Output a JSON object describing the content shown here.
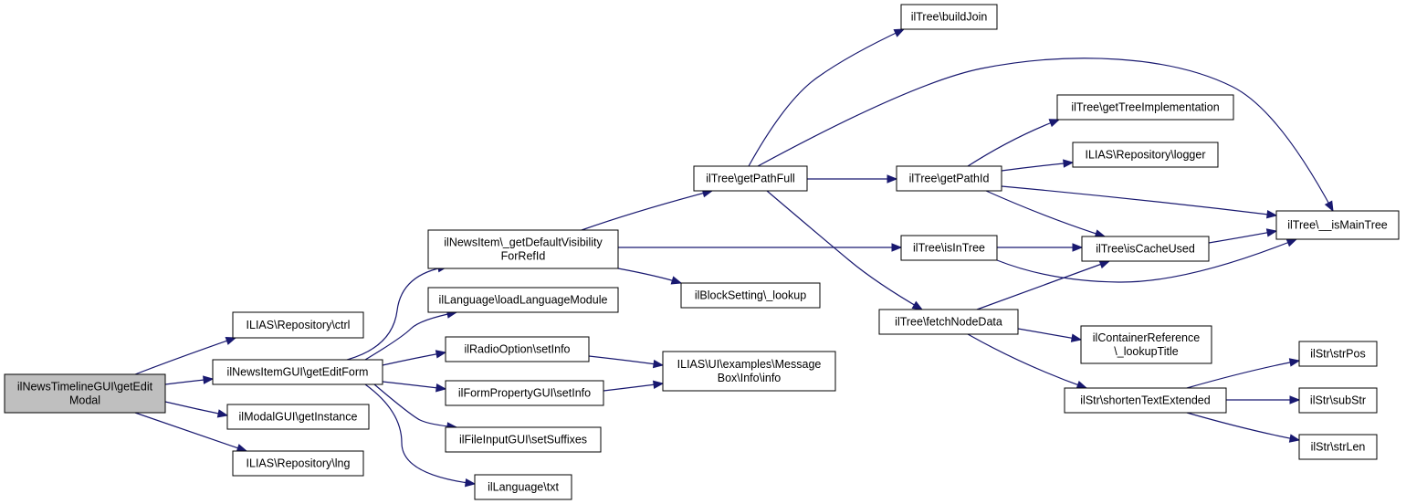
{
  "nodes": [
    {
      "id": "n0",
      "lines": [
        "ilNewsTimelineGUI\\getEdit",
        "Modal"
      ],
      "highlighted": true
    },
    {
      "id": "n1",
      "lines": [
        "ILIAS\\Repository\\ctrl"
      ]
    },
    {
      "id": "n2",
      "lines": [
        "ilNewsItemGUI\\getEditForm"
      ]
    },
    {
      "id": "n3",
      "lines": [
        "ilModalGUI\\getInstance"
      ]
    },
    {
      "id": "n4",
      "lines": [
        "ILIAS\\Repository\\lng"
      ]
    },
    {
      "id": "n5",
      "lines": [
        "ilNewsItem\\_getDefaultVisibility",
        "ForRefId"
      ]
    },
    {
      "id": "n6",
      "lines": [
        "ilLanguage\\loadLanguageModule"
      ]
    },
    {
      "id": "n7",
      "lines": [
        "ilRadioOption\\setInfo"
      ]
    },
    {
      "id": "n8",
      "lines": [
        "ilFormPropertyGUI\\setInfo"
      ]
    },
    {
      "id": "n9",
      "lines": [
        "ilFileInputGUI\\setSuffixes"
      ]
    },
    {
      "id": "n10",
      "lines": [
        "ilLanguage\\txt"
      ]
    },
    {
      "id": "n11",
      "lines": [
        "ilTree\\getPathFull"
      ]
    },
    {
      "id": "n12",
      "lines": [
        "ilBlockSetting\\_lookup"
      ]
    },
    {
      "id": "n13",
      "lines": [
        "ILIAS\\UI\\examples\\Message",
        "Box\\Info\\info"
      ]
    },
    {
      "id": "n14",
      "lines": [
        "ilTree\\buildJoin"
      ]
    },
    {
      "id": "n15",
      "lines": [
        "ilTree\\getPathId"
      ]
    },
    {
      "id": "n16",
      "lines": [
        "ilTree\\isInTree"
      ]
    },
    {
      "id": "n17",
      "lines": [
        "ilTree\\fetchNodeData"
      ]
    },
    {
      "id": "n18",
      "lines": [
        "ilTree\\getTreeImplementation"
      ]
    },
    {
      "id": "n19",
      "lines": [
        "ILIAS\\Repository\\logger"
      ]
    },
    {
      "id": "n20",
      "lines": [
        "ilTree\\isCacheUsed"
      ]
    },
    {
      "id": "n21",
      "lines": [
        "ilContainerReference",
        "\\_lookupTitle"
      ]
    },
    {
      "id": "n22",
      "lines": [
        "ilStr\\shortenTextExtended"
      ]
    },
    {
      "id": "n23",
      "lines": [
        "ilTree\\__isMainTree"
      ]
    },
    {
      "id": "n24",
      "lines": [
        "ilStr\\strPos"
      ]
    },
    {
      "id": "n25",
      "lines": [
        "ilStr\\subStr"
      ]
    },
    {
      "id": "n26",
      "lines": [
        "ilStr\\strLen"
      ]
    }
  ],
  "edges": [
    [
      "n0",
      "n1"
    ],
    [
      "n0",
      "n2"
    ],
    [
      "n0",
      "n3"
    ],
    [
      "n0",
      "n4"
    ],
    [
      "n2",
      "n5"
    ],
    [
      "n2",
      "n6"
    ],
    [
      "n2",
      "n7"
    ],
    [
      "n2",
      "n8"
    ],
    [
      "n2",
      "n9"
    ],
    [
      "n2",
      "n10"
    ],
    [
      "n5",
      "n11"
    ],
    [
      "n5",
      "n16"
    ],
    [
      "n5",
      "n12"
    ],
    [
      "n7",
      "n13"
    ],
    [
      "n8",
      "n13"
    ],
    [
      "n11",
      "n14"
    ],
    [
      "n11",
      "n15"
    ],
    [
      "n11",
      "n23"
    ],
    [
      "n11",
      "n17"
    ],
    [
      "n15",
      "n18"
    ],
    [
      "n15",
      "n19"
    ],
    [
      "n15",
      "n20"
    ],
    [
      "n15",
      "n23"
    ],
    [
      "n16",
      "n20"
    ],
    [
      "n16",
      "n23"
    ],
    [
      "n17",
      "n20"
    ],
    [
      "n17",
      "n21"
    ],
    [
      "n17",
      "n22"
    ],
    [
      "n20",
      "n23"
    ],
    [
      "n22",
      "n24"
    ],
    [
      "n22",
      "n25"
    ],
    [
      "n22",
      "n26"
    ]
  ],
  "colors": {
    "edge": "#191970",
    "highlight_fill": "#bfbfbf",
    "node_fill": "#ffffff",
    "border": "#000000"
  }
}
